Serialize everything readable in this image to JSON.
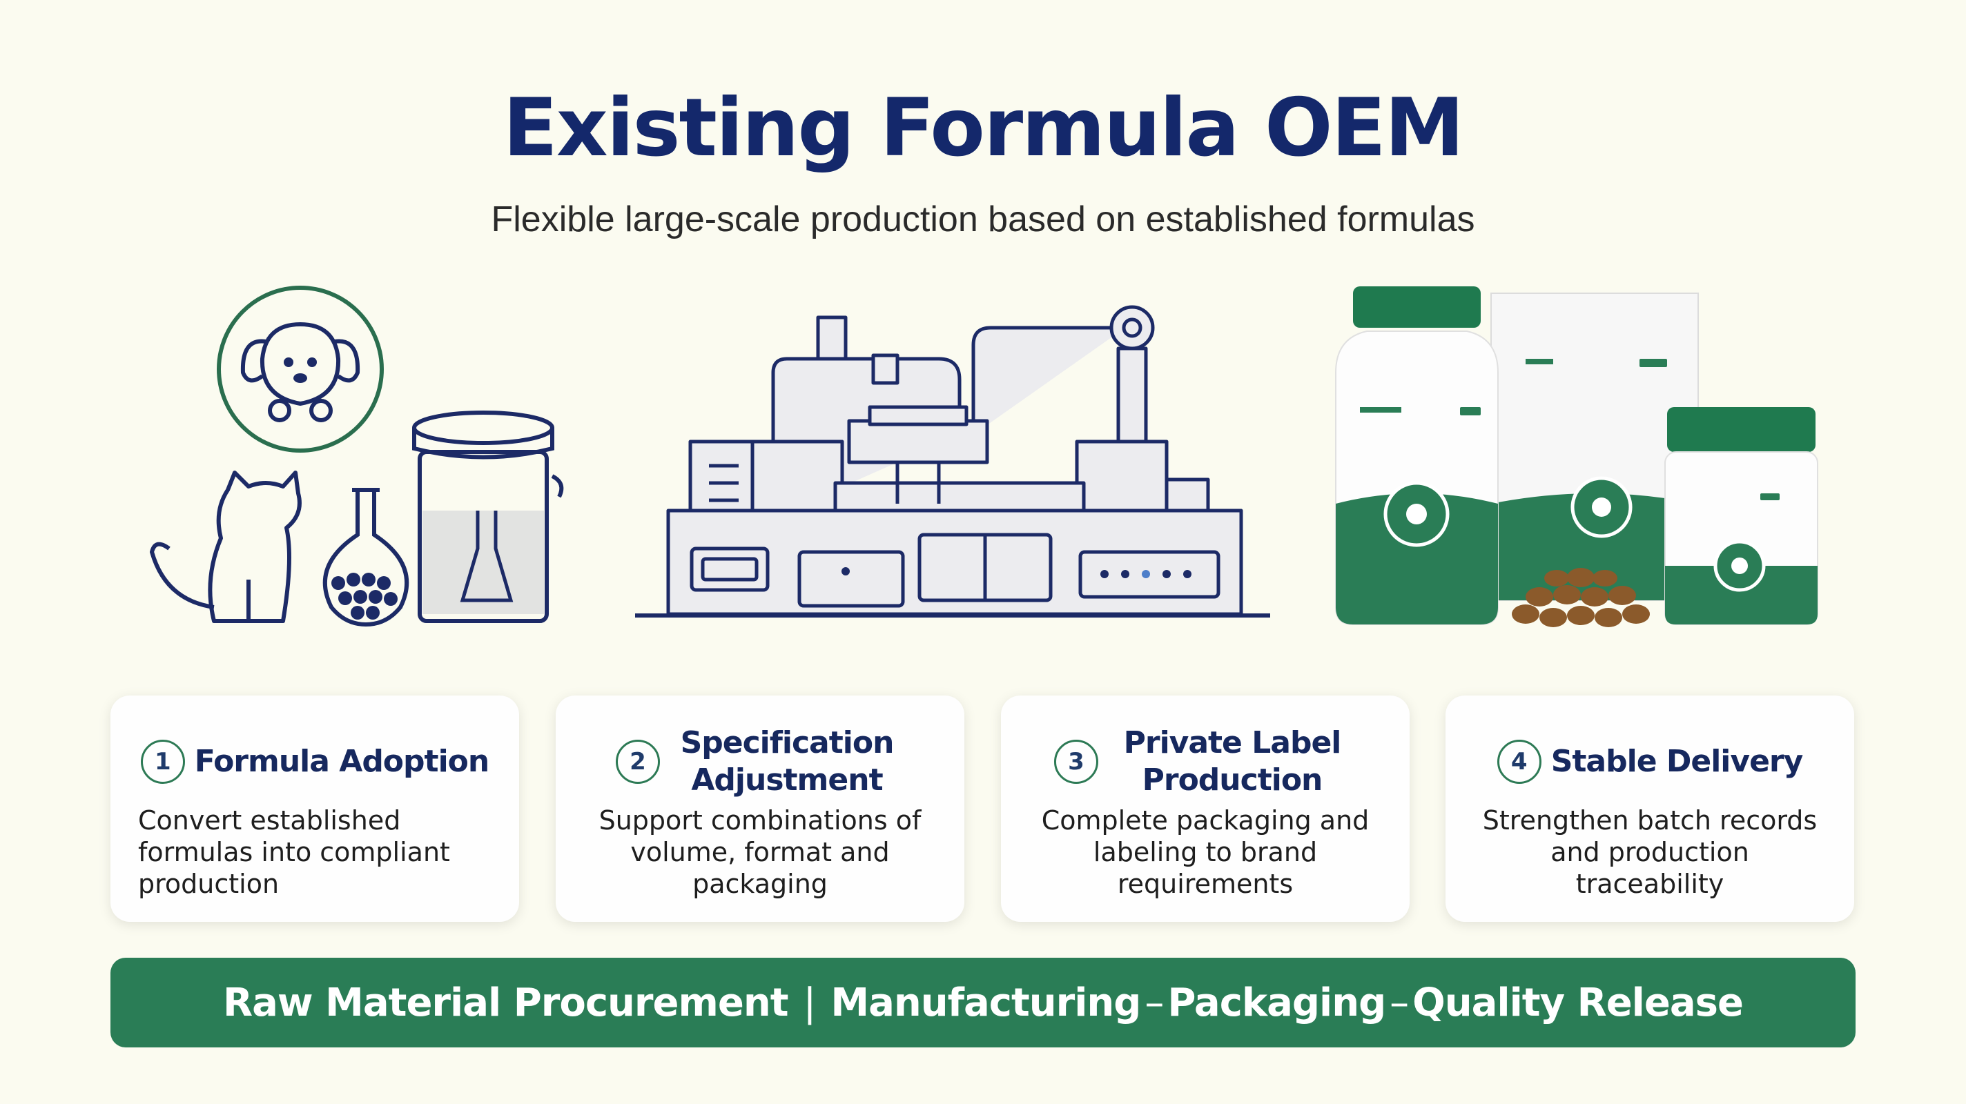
{
  "header": {
    "title": "Existing Formula OEM",
    "subtitle": "Flexible large-scale production based on established formulas"
  },
  "cards": [
    {
      "number": "1",
      "title": "Formula Adoption",
      "description": "Convert established formulas into compliant production"
    },
    {
      "number": "2",
      "title": "Specification Adjustment",
      "description": "Support combinations of volume, format and packaging"
    },
    {
      "number": "3",
      "title": "Private Label Production",
      "description": "Complete packaging and labeling to brand requirements"
    },
    {
      "number": "4",
      "title": "Stable Delivery",
      "description": "Strengthen batch records and production traceability"
    }
  ],
  "process_bar": {
    "step1": "Raw Material Procurement",
    "sep1": "|",
    "step2": "Manufacturing",
    "sep2": "–",
    "step3": "Packaging",
    "sep3": "–",
    "step4": "Quality Release"
  },
  "icons": [
    "dog-icon",
    "cat-icon",
    "flask-icon",
    "container-icon",
    "factory-machine-icon",
    "supplement-bottle-icon",
    "pouch-icon",
    "jar-icon",
    "kibble-icon"
  ],
  "colors": {
    "title": "#14286b",
    "accent": "#2a7d56",
    "outline": "#1c2a66"
  }
}
